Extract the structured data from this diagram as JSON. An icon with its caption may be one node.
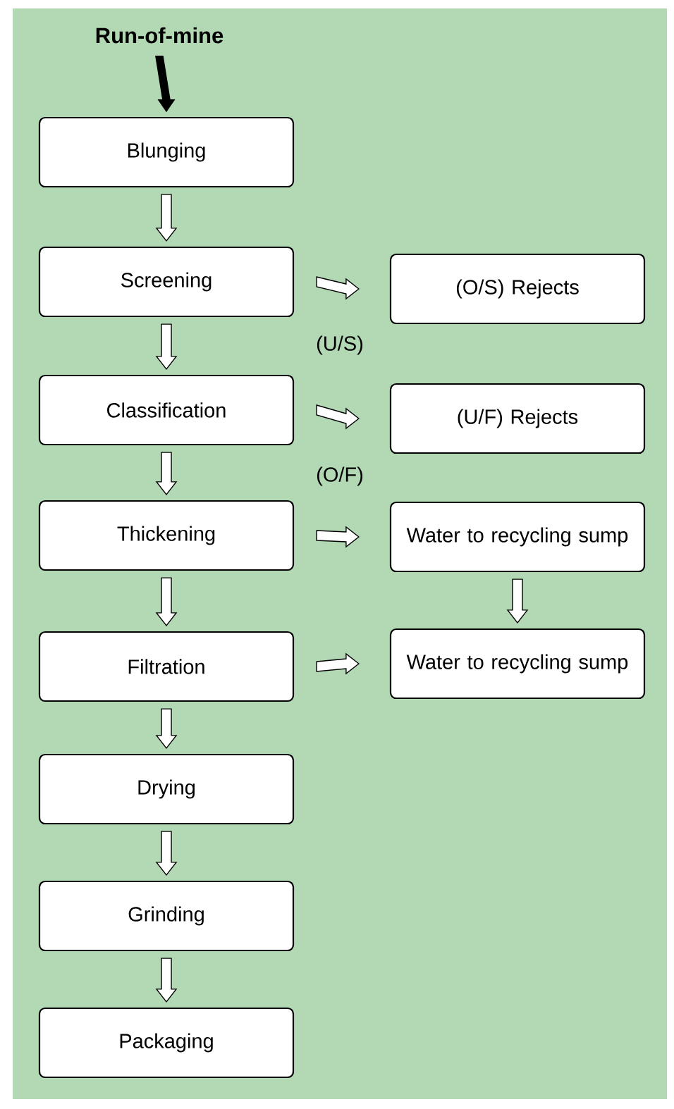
{
  "diagram": {
    "nodes": [
      {
        "text": [
          "Run-of-mine"
        ]
      },
      {
        "text": [
          "Blunging"
        ]
      },
      {
        "text": [
          "Screening"
        ]
      },
      {
        "text": [
          "(O/S) Rejects"
        ]
      },
      {
        "text": [
          "Classification"
        ]
      },
      {
        "text": [
          "(U/F) Rejects"
        ]
      },
      {
        "text": [
          "Thickening"
        ]
      },
      {
        "text": [
          "Water to recycling sump"
        ]
      },
      {
        "text": [
          "Filtration"
        ]
      },
      {
        "text": [
          "Water to recycling sump"
        ]
      },
      {
        "text": [
          "Drying"
        ]
      },
      {
        "text": [
          "Grinding"
        ]
      },
      {
        "text": [
          "Packaging"
        ]
      }
    ],
    "edges": [
      {
        "from": 0,
        "to": 1,
        "arrow": "to",
        "style": "thick"
      },
      {
        "from": 1,
        "to": 2,
        "arrow": "to"
      },
      {
        "from": 2,
        "to": 3,
        "arrow": "to"
      },
      {
        "from": 2,
        "to": 4,
        "arrow": "to"
      },
      {
        "from": 4,
        "to": 5,
        "arrow": "to"
      },
      {
        "from": 4,
        "to": 6,
        "arrow": "to"
      },
      {
        "from": 6,
        "to": 7,
        "arrow": "to"
      },
      {
        "from": 6,
        "to": 8,
        "arrow": "to"
      },
      {
        "from": 7,
        "to": 9,
        "arrow": "to"
      },
      {
        "from": 8,
        "to": 9,
        "arrow": "to"
      },
      {
        "from": 8,
        "to": 10,
        "arrow": "to"
      },
      {
        "from": 10,
        "to": 11,
        "arrow": "to"
      },
      {
        "from": 11,
        "to": 12,
        "arrow": "to"
      }
    ],
    "labels": [
      "(U/S)",
      "(O/F)"
    ]
  }
}
